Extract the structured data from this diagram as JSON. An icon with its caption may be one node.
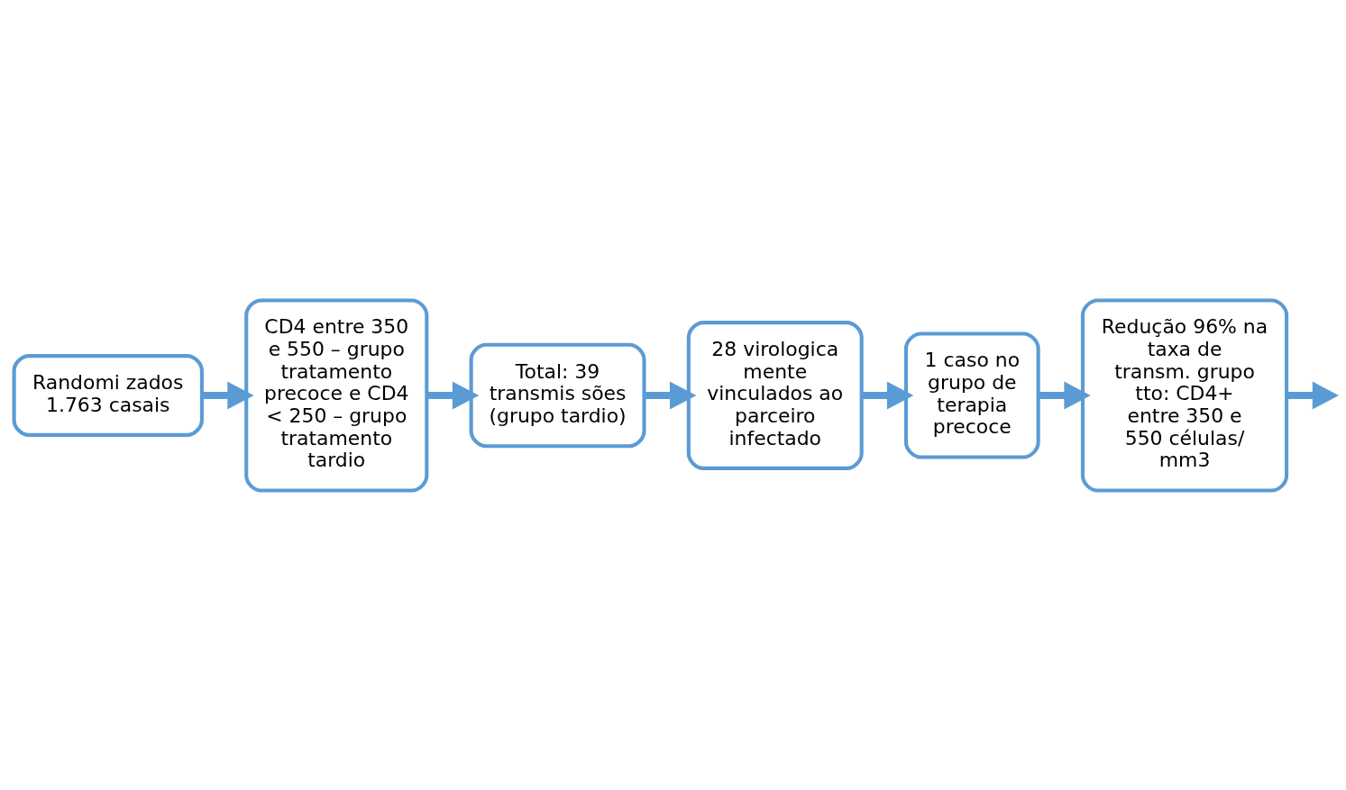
{
  "diagram": {
    "nodes": [
      {
        "text": [
          "Randomi zados 1.763 casais"
        ]
      },
      {
        "text": [
          "CD4 entre 350 e 550 – grupo tratamento precoce e CD4 < 250 – grupo tratamento tardio"
        ]
      },
      {
        "text": [
          "Total: 39 transmis sões (grupo tardio)"
        ]
      },
      {
        "text": [
          "28 virologica mente vinculados ao parceiro infectado"
        ]
      },
      {
        "text": [
          "1 caso no grupo de terapia precoce"
        ]
      },
      {
        "text": [
          "Redução 96% na taxa de transm. grupo tto: CD4+ entre 350 e 550 células/ mm3"
        ]
      }
    ],
    "edges": [
      {
        "from": 0,
        "to": 1,
        "arrow": "to"
      },
      {
        "from": 1,
        "to": 2,
        "arrow": "to"
      },
      {
        "from": 2,
        "to": 3,
        "arrow": "to"
      },
      {
        "from": 3,
        "to": 4,
        "arrow": "to"
      },
      {
        "from": 4,
        "to": 5,
        "arrow": "to"
      },
      {
        "from": 5,
        "to": null,
        "arrow": "to"
      }
    ]
  }
}
